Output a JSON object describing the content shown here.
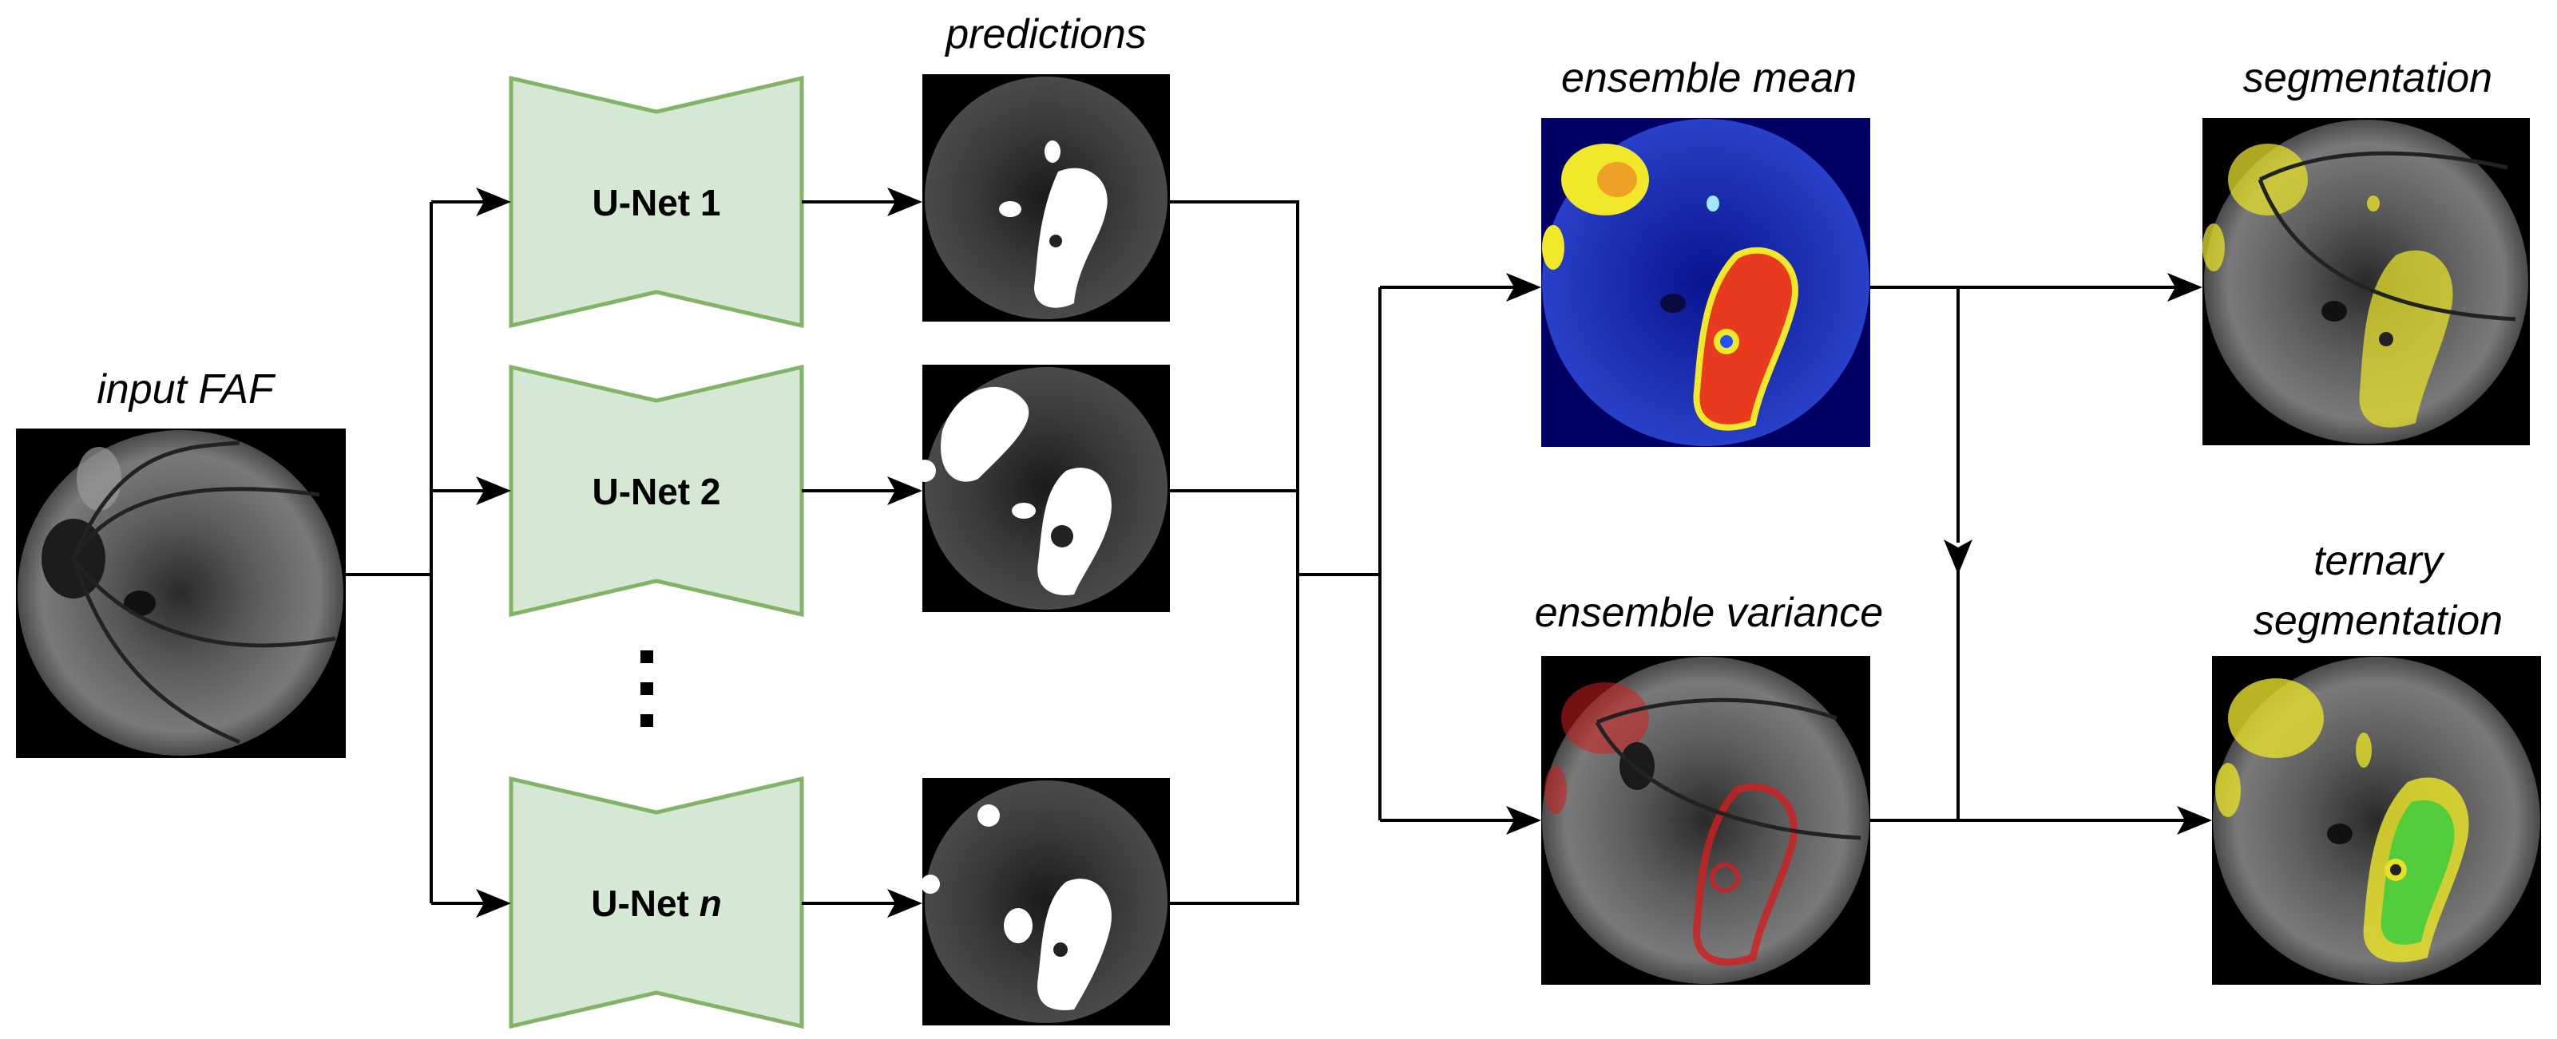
{
  "labels": {
    "input": "input FAF",
    "predictions": "predictions",
    "ensemble_mean": "ensemble mean",
    "ensemble_variance": "ensemble variance",
    "segmentation": "segmentation",
    "ternary_line1": "ternary",
    "ternary_line2": "segmentation"
  },
  "unets": [
    {
      "prefix": "U-Net ",
      "suffix": "1"
    },
    {
      "prefix": "U-Net ",
      "suffix": "2"
    },
    {
      "prefix": "U-Net ",
      "suffix": "n"
    }
  ],
  "colors": {
    "unet_fill": "#d5e8d4",
    "unet_stroke": "#82b366",
    "lesion_white": "#ffffff",
    "mean_background": "#1020a0",
    "heat_red": "#e83a1f",
    "heat_yellow": "#f2e82a",
    "variance_red": "#d21e1e",
    "seg_yellow": "#e6e02a",
    "seg_green": "#3ccd3c"
  }
}
